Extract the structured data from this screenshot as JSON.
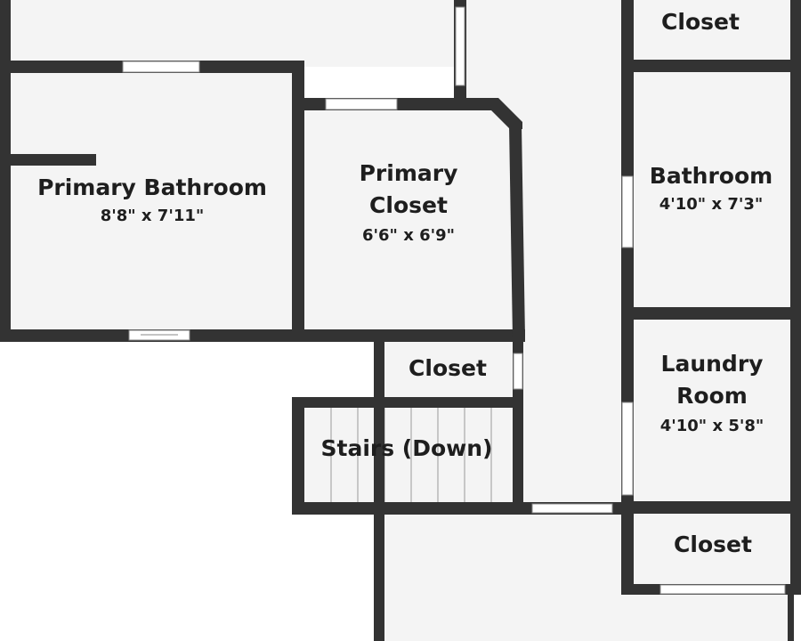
{
  "rooms": {
    "primary_bathroom": {
      "name": "Primary Bathroom",
      "dims": "8'8\" x 7'11\""
    },
    "primary_closet": {
      "name_line1": "Primary",
      "name_line2": "Closet",
      "dims": "6'6\" x 6'9\""
    },
    "bathroom": {
      "name": "Bathroom",
      "dims": "4'10\" x 7'3\""
    },
    "laundry_room": {
      "name_line1": "Laundry",
      "name_line2": "Room",
      "dims": "4'10\" x 5'8\""
    },
    "closet_top": {
      "name": "Closet"
    },
    "closet_middle": {
      "name": "Closet"
    },
    "closet_bottom": {
      "name": "Closet"
    },
    "stairs": {
      "name": "Stairs (Down)"
    }
  },
  "colors": {
    "wall": "#333333",
    "floor": "#f4f4f4",
    "background": "#ffffff"
  }
}
